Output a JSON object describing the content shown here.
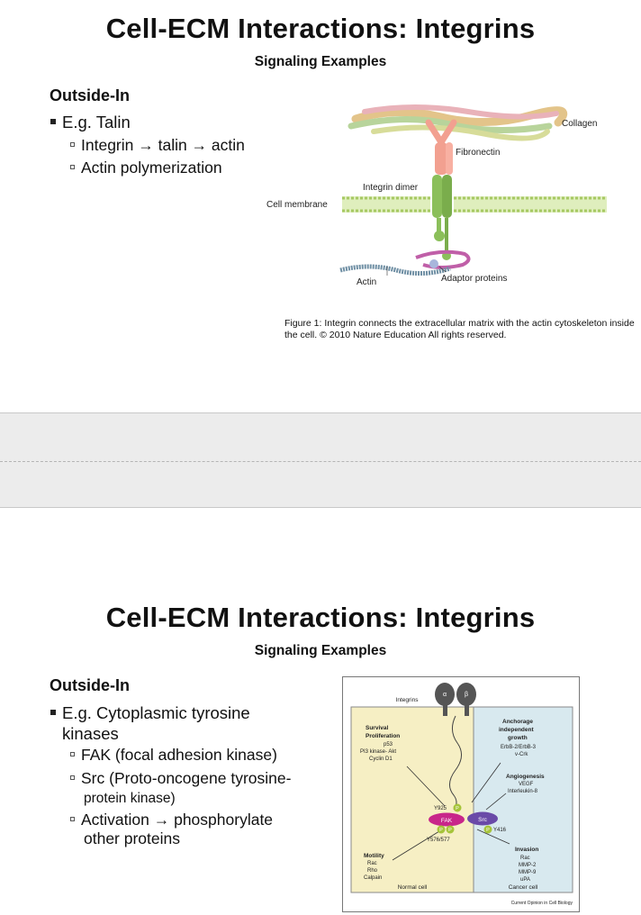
{
  "slide1": {
    "title": "Cell-ECM Interactions:  Integrins",
    "subtitle": "Signaling Examples",
    "section_heading": "Outside-In",
    "bullet": "E.g. Talin",
    "subbullets": [
      "Integrin → talin → actin",
      "Actin polymerization"
    ],
    "figure": {
      "labels": {
        "collagen": "Collagen",
        "fibronectin": "Fibronectin",
        "integrin_dimer": "Integrin dimer",
        "cell_membrane": "Cell membrane",
        "actin": "Actin",
        "adaptor_proteins": "Adaptor proteins"
      },
      "caption": "Figure 1: Integrin connects the extracellular matrix with the actin cytoskeleton inside the cell.  © 2010 Nature Education All rights reserved."
    }
  },
  "slide2": {
    "title": "Cell-ECM Interactions:  Integrins",
    "subtitle": "Signaling Examples",
    "section_heading": "Outside-In",
    "bullet_line1": "E.g. Cytoplasmic tyrosine",
    "bullet_line2": "kinases",
    "subbullets": [
      {
        "line1": "FAK (focal adhesion kinase)",
        "line2": ""
      },
      {
        "line1": "Src (Proto-oncogene tyrosine-",
        "line2": "protein kinase)"
      },
      {
        "line1": "Activation → phosphorylate",
        "line2": "other proteins"
      }
    ],
    "figure": {
      "integrins": "Integrins",
      "alpha": "α",
      "beta": "β",
      "survival": "Survival",
      "proliferation": "Proliferation",
      "p53": "p53",
      "pi3": "PI3 kinase- Akt",
      "cyclin": "Cyclin D1",
      "anchorage1": "Anchorage",
      "anchorage2": "independent",
      "anchorage3": "growth",
      "erbb": "ErbB-2/ErbB-3",
      "vcrk": "v-Crk",
      "angiogenesis": "Angiogenesis",
      "vegf": "VEGF",
      "interleukin": "Interleukin-8",
      "y925": "Y925",
      "p": "P",
      "fak": "FAK",
      "src": "Src",
      "y416": "Y416",
      "y576": "Y576/577",
      "invasion": "Invasion",
      "rac_r": "Rac",
      "mmp2": "MMP-2",
      "mmp9": "MMP-9",
      "upa": "uPA",
      "motility": "Motility",
      "rac_l": "Rac",
      "rho": "Rho",
      "calpain": "Calpain",
      "normal_cell": "Normal cell",
      "cancer_cell": "Cancer cell",
      "journal": "Current Opinion in Cell Biology"
    }
  },
  "colors": {
    "fibronectin": "#f2a090",
    "integrin_green": "#8bbf5a",
    "membrane": "#b9d873",
    "adaptor": "#c05fa8",
    "normal_cell_bg": "#f6efc4",
    "cancer_cell_bg": "#d8e9ef",
    "fak": "#c8268a",
    "src": "#6a4aa8",
    "phospho": "#a6c43a"
  }
}
